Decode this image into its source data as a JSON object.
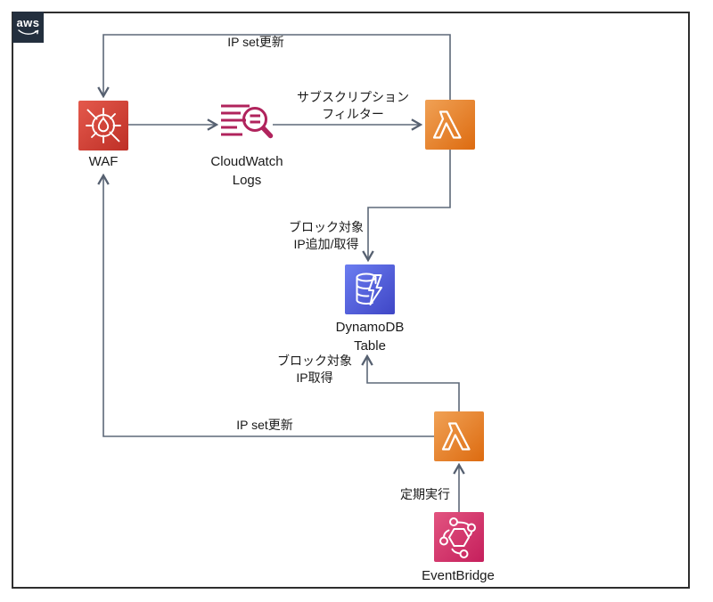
{
  "logo": {
    "text": "aws"
  },
  "nodes": {
    "waf": {
      "label": "WAF"
    },
    "cloudwatch_logs": {
      "label_line1": "CloudWatch",
      "label_line2": "Logs"
    },
    "dynamodb": {
      "label_line1": "DynamoDB",
      "label_line2": "Table"
    },
    "eventbridge": {
      "label": "EventBridge"
    }
  },
  "edges": {
    "lambda_top_to_waf": {
      "label": "IP set更新"
    },
    "cloudwatch_to_lambda": {
      "label_line1": "サブスクリプション",
      "label_line2": "フィルター"
    },
    "lambda_top_to_dynamodb": {
      "label_line1": "ブロック対象",
      "label_line2": "IP追加/取得"
    },
    "lambda_bottom_to_dynamodb": {
      "label_line1": "ブロック対象",
      "label_line2": "IP取得"
    },
    "lambda_bottom_to_waf": {
      "label": "IP set更新"
    },
    "eventbridge_to_lambda": {
      "label": "定期実行"
    }
  },
  "colors": {
    "connector": "#5d6878",
    "frame_border": "#2e2e2e",
    "logo_background": "#232F3E",
    "waf_gradient_start": "#E4594C",
    "waf_gradient_end": "#BE2F26",
    "lambda_gradient_start": "#F0A155",
    "lambda_gradient_end": "#DD6B10",
    "dynamodb_gradient_start": "#6B7DF0",
    "dynamodb_gradient_end": "#3F46C6",
    "eventbridge_gradient_start": "#E25480",
    "eventbridge_gradient_end": "#C51F5C",
    "cloudwatch_logs_stroke": "#B0235C"
  }
}
